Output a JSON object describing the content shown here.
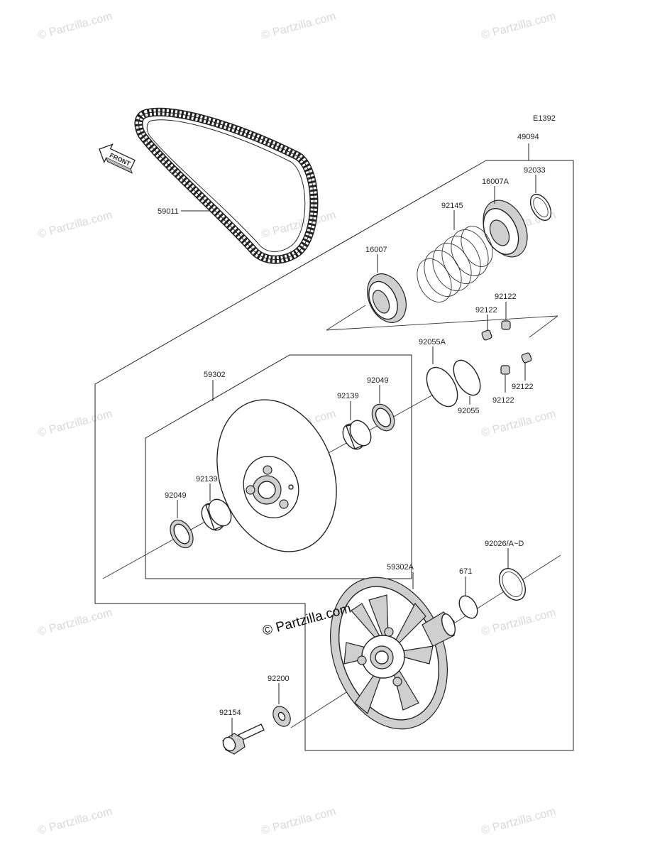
{
  "diagram_code": "E1392",
  "front_label": "FRONT",
  "watermark_text": "© Partzilla.com",
  "watermark_main": "© Partzilla.com",
  "parts": {
    "p59011": "59011",
    "p49094": "49094",
    "p92033": "92033",
    "p16007A": "16007A",
    "p92145": "92145",
    "p16007": "16007",
    "p92122_a": "92122",
    "p92122_b": "92122",
    "p92122_c": "92122",
    "p92122_d": "92122",
    "p92055A": "92055A",
    "p92055": "92055",
    "p59302": "59302",
    "p92049_top": "92049",
    "p92139_top": "92139",
    "p92139_left": "92139",
    "p92049_left": "92049",
    "p92026": "92026/A~D",
    "p59302A": "59302A",
    "p671": "671",
    "p92200": "92200",
    "p92154": "92154"
  }
}
